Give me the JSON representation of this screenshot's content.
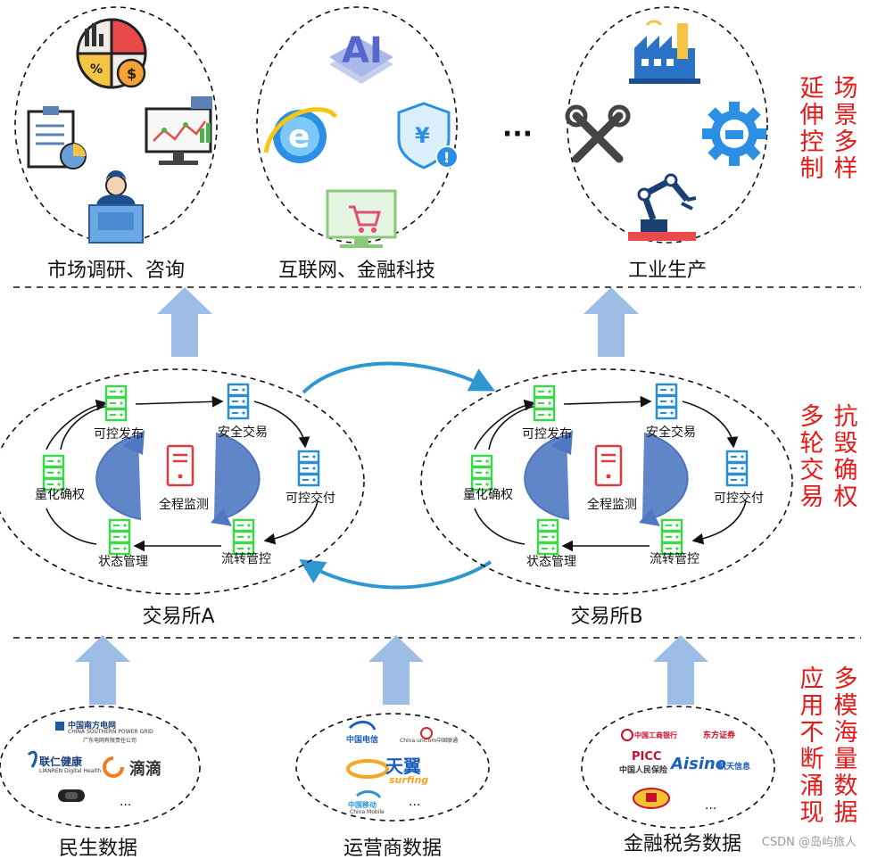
{
  "top": {
    "market_label": "市场调研、咨询",
    "internet_label": "互联网、金融科技",
    "industry_label": "工业生产",
    "ellipsis": "···"
  },
  "middle": {
    "exchange_a": {
      "title": "交易所A",
      "nodes": {
        "publish": "可控发布",
        "secure": "安全交易",
        "deliver": "可控交付",
        "flow": "流转管控",
        "status": "状态管理",
        "quantify": "量化确权",
        "monitor": "全程监测"
      }
    },
    "exchange_b": {
      "title": "交易所B",
      "nodes": {
        "publish": "可控发布",
        "secure": "安全交易",
        "deliver": "可控交付",
        "flow": "流转管控",
        "status": "状态管理",
        "quantify": "量化确权",
        "monitor": "全程监测"
      }
    }
  },
  "bottom": {
    "livelihood": {
      "label": "民生数据",
      "logos": {
        "grid": "中国南方电网",
        "grid_en": "CHINA SOUTHERN POWER GRID",
        "grid_sub": "广东电网有限责任公司",
        "lianren": "联仁健康",
        "lianren_en": "LIANREN Digital Health",
        "didi": "滴滴",
        "more": "..."
      }
    },
    "telecom": {
      "label": "运营商数据",
      "logos": {
        "telecom": "中国电信",
        "unicom": "China unicom中国联通",
        "tianyi": "天翼",
        "surfing": "surfing",
        "mobile": "中国移动",
        "mobile_en": "China Mobile",
        "more": "..."
      }
    },
    "finance": {
      "label": "金融税务数据",
      "logos": {
        "icbc": "中国工商银行",
        "east": "东方证券",
        "picc": "PICC",
        "picc_cn": "中国人民保险",
        "aisino": "Aisino",
        "aisino_cn": "航天信息",
        "more": "..."
      }
    }
  },
  "side": {
    "row1": {
      "col1": "延伸控制",
      "col2": "场景多样"
    },
    "row2": {
      "col1": "多轮交易",
      "col2": "抗毁确权"
    },
    "row3": {
      "col1": "应用不断涌现",
      "col2": "多模海量数据"
    }
  },
  "watermark": "CSDN @岛屿旅人",
  "colors": {
    "side_text": "#e81818",
    "up_arrow": "#9dbde6",
    "connector": "#2e97d2",
    "green_server": "#3dd84a",
    "blue_server": "#2a8fd0",
    "red_server": "#e03b3b",
    "cycle_arrow": "#4f78c4"
  },
  "icons": [
    "report-chart-icon",
    "person-podium-icon",
    "monitor-chart-icon",
    "ai-chip-icon",
    "browser-e-icon",
    "yuan-shield-icon",
    "cart-monitor-icon",
    "factory-icon",
    "tools-icon",
    "gear-icon",
    "robot-arm-icon",
    "server-icon"
  ]
}
